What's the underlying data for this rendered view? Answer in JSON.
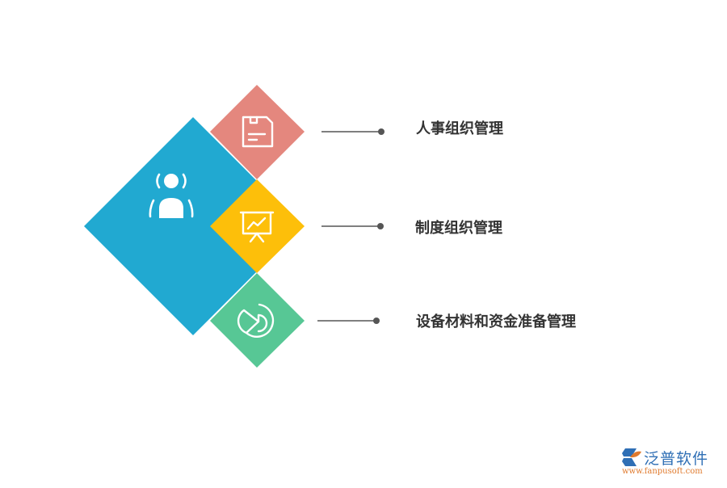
{
  "diagram": {
    "colors": {
      "main": "#21a9d1",
      "item1": "#e4877e",
      "item2": "#fdbf0a",
      "item3": "#57c795",
      "connector": "#555555",
      "text": "#333333"
    },
    "main_icon": "person-broadcast-icon",
    "items": [
      {
        "label": "人事组织管理",
        "icon": "floppy-document-icon"
      },
      {
        "label": "制度组织管理",
        "icon": "presentation-chart-icon"
      },
      {
        "label": "设备材料和资金准备管理",
        "icon": "pie-chart-icon"
      }
    ]
  },
  "watermark": {
    "name": "泛普软件",
    "url": "www.fanpusoft.com"
  }
}
